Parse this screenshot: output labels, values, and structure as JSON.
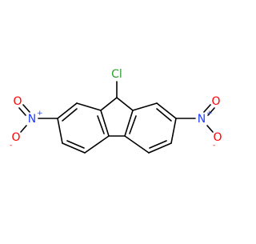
{
  "molecule": {
    "atoms": {
      "chlorine": {
        "symbol": "Cl",
        "color": "#2ca02c"
      },
      "nitro_left": {
        "n": {
          "symbol": "N",
          "charge": "+",
          "color": "#1f3fff"
        },
        "o_top": {
          "symbol": "O",
          "color": "#ff0000"
        },
        "o_bottom": {
          "symbol": "O",
          "charge": "-",
          "color": "#ff0000"
        }
      },
      "nitro_right": {
        "n": {
          "symbol": "N",
          "charge": "+",
          "color": "#1f3fff"
        },
        "o_top": {
          "symbol": "O",
          "color": "#ff0000"
        },
        "o_bottom": {
          "symbol": "O",
          "charge": "-",
          "color": "#ff0000"
        }
      }
    },
    "bond_color": "#000000"
  }
}
